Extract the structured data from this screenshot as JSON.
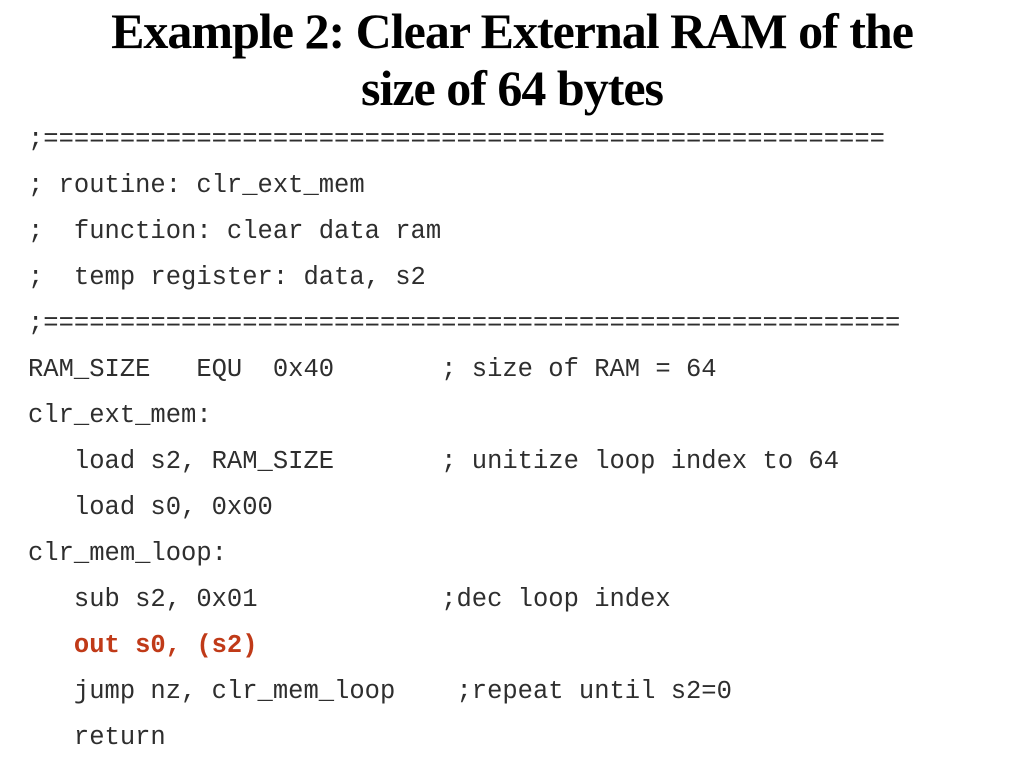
{
  "slide": {
    "title": {
      "line1": "Example 2: Clear External RAM of the",
      "line2": "size of 64 bytes"
    }
  },
  "code": {
    "lines": [
      {
        "text": ";======================================================="
      },
      {
        "text": "; routine: clr_ext_mem"
      },
      {
        "text": ";  function: clear data ram"
      },
      {
        "text": ";  temp register: data, s2"
      },
      {
        "text": ";========================================================"
      },
      {
        "text": "RAM_SIZE   EQU  0x40       ; size of RAM = 64"
      },
      {
        "text": "clr_ext_mem:"
      },
      {
        "text": "   load s2, RAM_SIZE       ; unitize loop index to 64"
      },
      {
        "text": "   load s0, 0x00"
      },
      {
        "text": "clr_mem_loop:"
      },
      {
        "text": "   sub s2, 0x01            ;dec loop index"
      },
      {
        "text": "   out s0, (s2)"
      },
      {
        "text": "   jump nz, clr_mem_loop    ;repeat until s2=0"
      },
      {
        "text": "   return"
      }
    ]
  },
  "colors": {
    "background": "#ffffff",
    "title_text": "#000000",
    "code_text": "#2e2e2e",
    "highlight_red": "#c03a18"
  }
}
